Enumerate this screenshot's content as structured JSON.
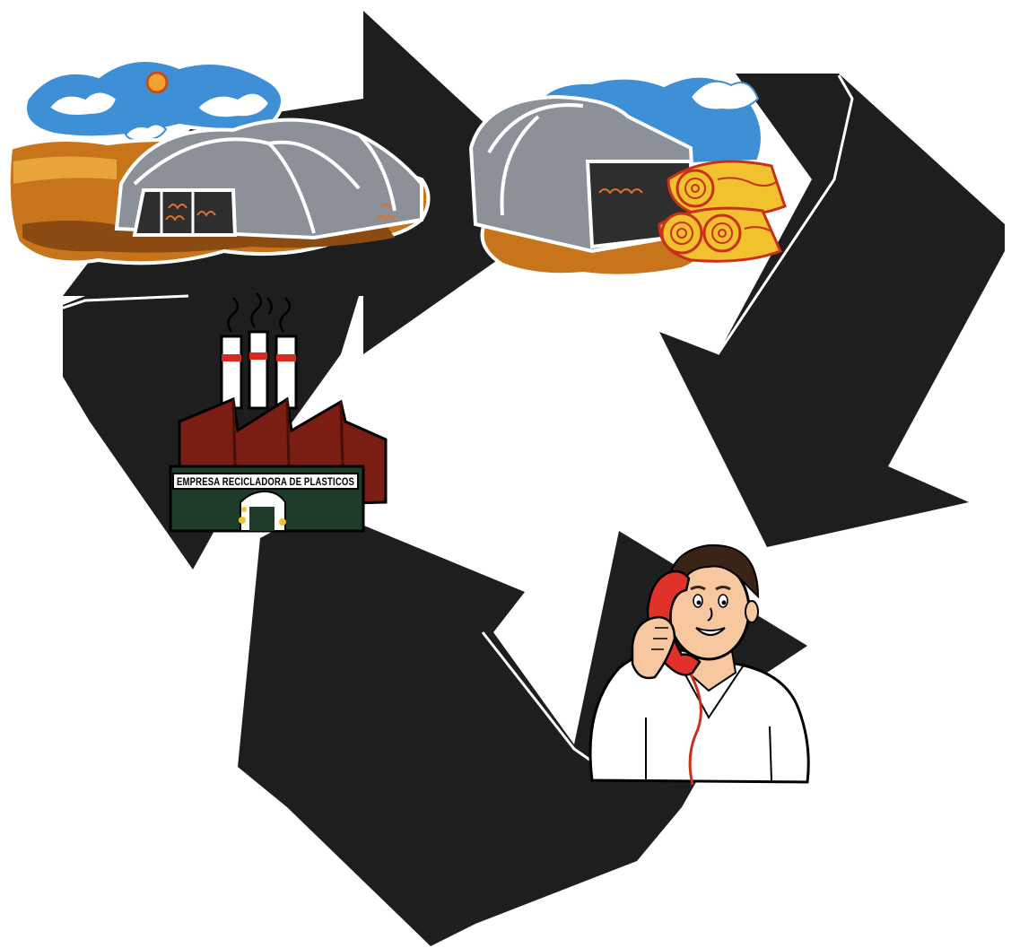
{
  "diagram": {
    "type": "recycling-cycle",
    "arrow_count": 3,
    "colors": {
      "arrow": "#1e1e1e",
      "background": "#ffffff",
      "sky": "#3f8fd6",
      "earth": "#c8741a",
      "greenhouse": "#8c9099",
      "factory": "#7a1e14",
      "hay": "#f2c12e",
      "phone": "#e0312a"
    }
  },
  "stages": [
    {
      "name": "greenhouse-in-field",
      "icon": "greenhouse-icon"
    },
    {
      "name": "greenhouse-with-hay-bales",
      "icon": "hay-bales-icon"
    },
    {
      "name": "man-on-telephone",
      "icon": "telephone-icon"
    },
    {
      "name": "recycling-factory",
      "icon": "factory-icon"
    }
  ],
  "factory": {
    "sign_text": "EMPRESA RECICLADORA DE PLASTICOS"
  }
}
